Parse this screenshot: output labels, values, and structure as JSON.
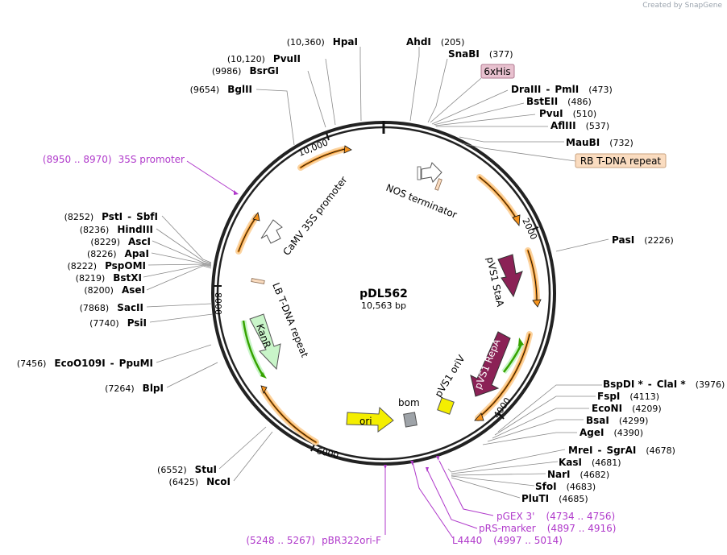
{
  "watermark": "Created by SnapGene",
  "plasmid": {
    "name": "pDL562",
    "length": "10,563 bp"
  },
  "ticks": [
    "2000",
    "4000",
    "6000",
    "8000",
    "10,000"
  ],
  "enzymes_right": [
    {
      "name": "AhdI",
      "pos": "(205)"
    },
    {
      "name": "SnaBI",
      "pos": "(377)"
    },
    {
      "name": "DraIII",
      "sep": "-",
      "name2": "PmlI",
      "pos": "(473)"
    },
    {
      "name": "BstEII",
      "pos": "(486)"
    },
    {
      "name": "PvuI",
      "pos": "(510)"
    },
    {
      "name": "AflIII",
      "pos": "(537)"
    },
    {
      "name": "MauBI",
      "pos": "(732)"
    },
    {
      "name": "PasI",
      "pos": "(2226)"
    },
    {
      "name": "BspDI *",
      "sep": "-",
      "name2": "ClaI *",
      "pos": "(3976)"
    },
    {
      "name": "FspI",
      "pos": "(4113)"
    },
    {
      "name": "EcoNI",
      "pos": "(4209)"
    },
    {
      "name": "BsaI",
      "pos": "(4299)"
    },
    {
      "name": "AgeI",
      "pos": "(4390)"
    },
    {
      "name": "MreI",
      "sep": "-",
      "name2": "SgrAI",
      "pos": "(4678)"
    },
    {
      "name": "KasI",
      "pos": "(4681)"
    },
    {
      "name": "NarI",
      "pos": "(4682)"
    },
    {
      "name": "SfoI",
      "pos": "(4683)"
    },
    {
      "name": "PluTI",
      "pos": "(4685)"
    }
  ],
  "enzymes_left": [
    {
      "name": "HpaI",
      "pos": "(10,360)"
    },
    {
      "name": "PvuII",
      "pos": "(10,120)"
    },
    {
      "name": "BsrGI",
      "pos": "(9986)"
    },
    {
      "name": "BglII",
      "pos": "(9654)"
    },
    {
      "name": "PstI",
      "sep": "-",
      "name2": "SbfI",
      "pos": "(8252)"
    },
    {
      "name": "HindIII",
      "pos": "(8236)"
    },
    {
      "name": "AscI",
      "pos": "(8229)"
    },
    {
      "name": "ApaI",
      "pos": "(8226)"
    },
    {
      "name": "PspOMI",
      "pos": "(8222)"
    },
    {
      "name": "BstXI",
      "pos": "(8219)"
    },
    {
      "name": "AseI",
      "pos": "(8200)"
    },
    {
      "name": "SacII",
      "pos": "(7868)"
    },
    {
      "name": "PsiI",
      "pos": "(7740)"
    },
    {
      "name": "EcoO109I",
      "sep": "-",
      "name2": "PpuMI",
      "pos": "(7456)"
    },
    {
      "name": "BlpI",
      "pos": "(7264)"
    },
    {
      "name": "StuI",
      "pos": "(6552)"
    },
    {
      "name": "NcoI",
      "pos": "(6425)"
    }
  ],
  "primers": [
    {
      "name": "35S promoter",
      "range": "(8950 .. 8970)"
    },
    {
      "name": "pGEX 3'",
      "range": "(4734 .. 4756)"
    },
    {
      "name": "pRS-marker",
      "range": "(4897 .. 4916)"
    },
    {
      "name": "L4440",
      "range": "(4997 .. 5014)"
    },
    {
      "name": "pBR322ori-F",
      "range": "(5248 .. 5267)"
    }
  ],
  "boxed_labels": [
    {
      "text": "6xHis",
      "fill": "#e8c1cf",
      "stroke": "#b07a92"
    },
    {
      "text": "RB T-DNA repeat",
      "fill": "#fadcc0",
      "stroke": "#c9a27e"
    }
  ],
  "features": {
    "nos": "NOS terminator",
    "camv": "CaMV 35S promoter",
    "lb": "LB T-DNA repeat",
    "kanr": "KanR",
    "pvs1stav": "pVS1 StaA",
    "pvs1repa": "pVS1 RepA",
    "pvs1oriv": "pVS1 oriV",
    "bom": "bom",
    "ori": "ori"
  },
  "colors": {
    "backbone": "#222222",
    "orf": "#f7941d",
    "orf_glow": "#fbd3a0",
    "purple": "#8b2256",
    "green": "#36a300",
    "light_green": "#c9f5c9",
    "yellow": "#f4ee00",
    "gray": "#9ea3a8",
    "primer": "#b03acb"
  }
}
